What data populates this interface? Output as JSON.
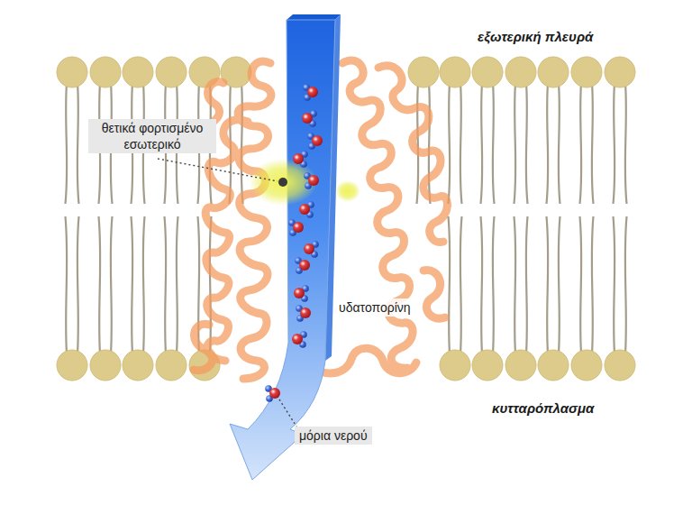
{
  "diagram": {
    "labels": [
      "εξωτερική πλευρά",
      "θετικά φορτισμένο εσωτερικό",
      "υδατοπορίνη",
      "κυτταρόπλασμα",
      "μόρια νερού"
    ]
  }
}
